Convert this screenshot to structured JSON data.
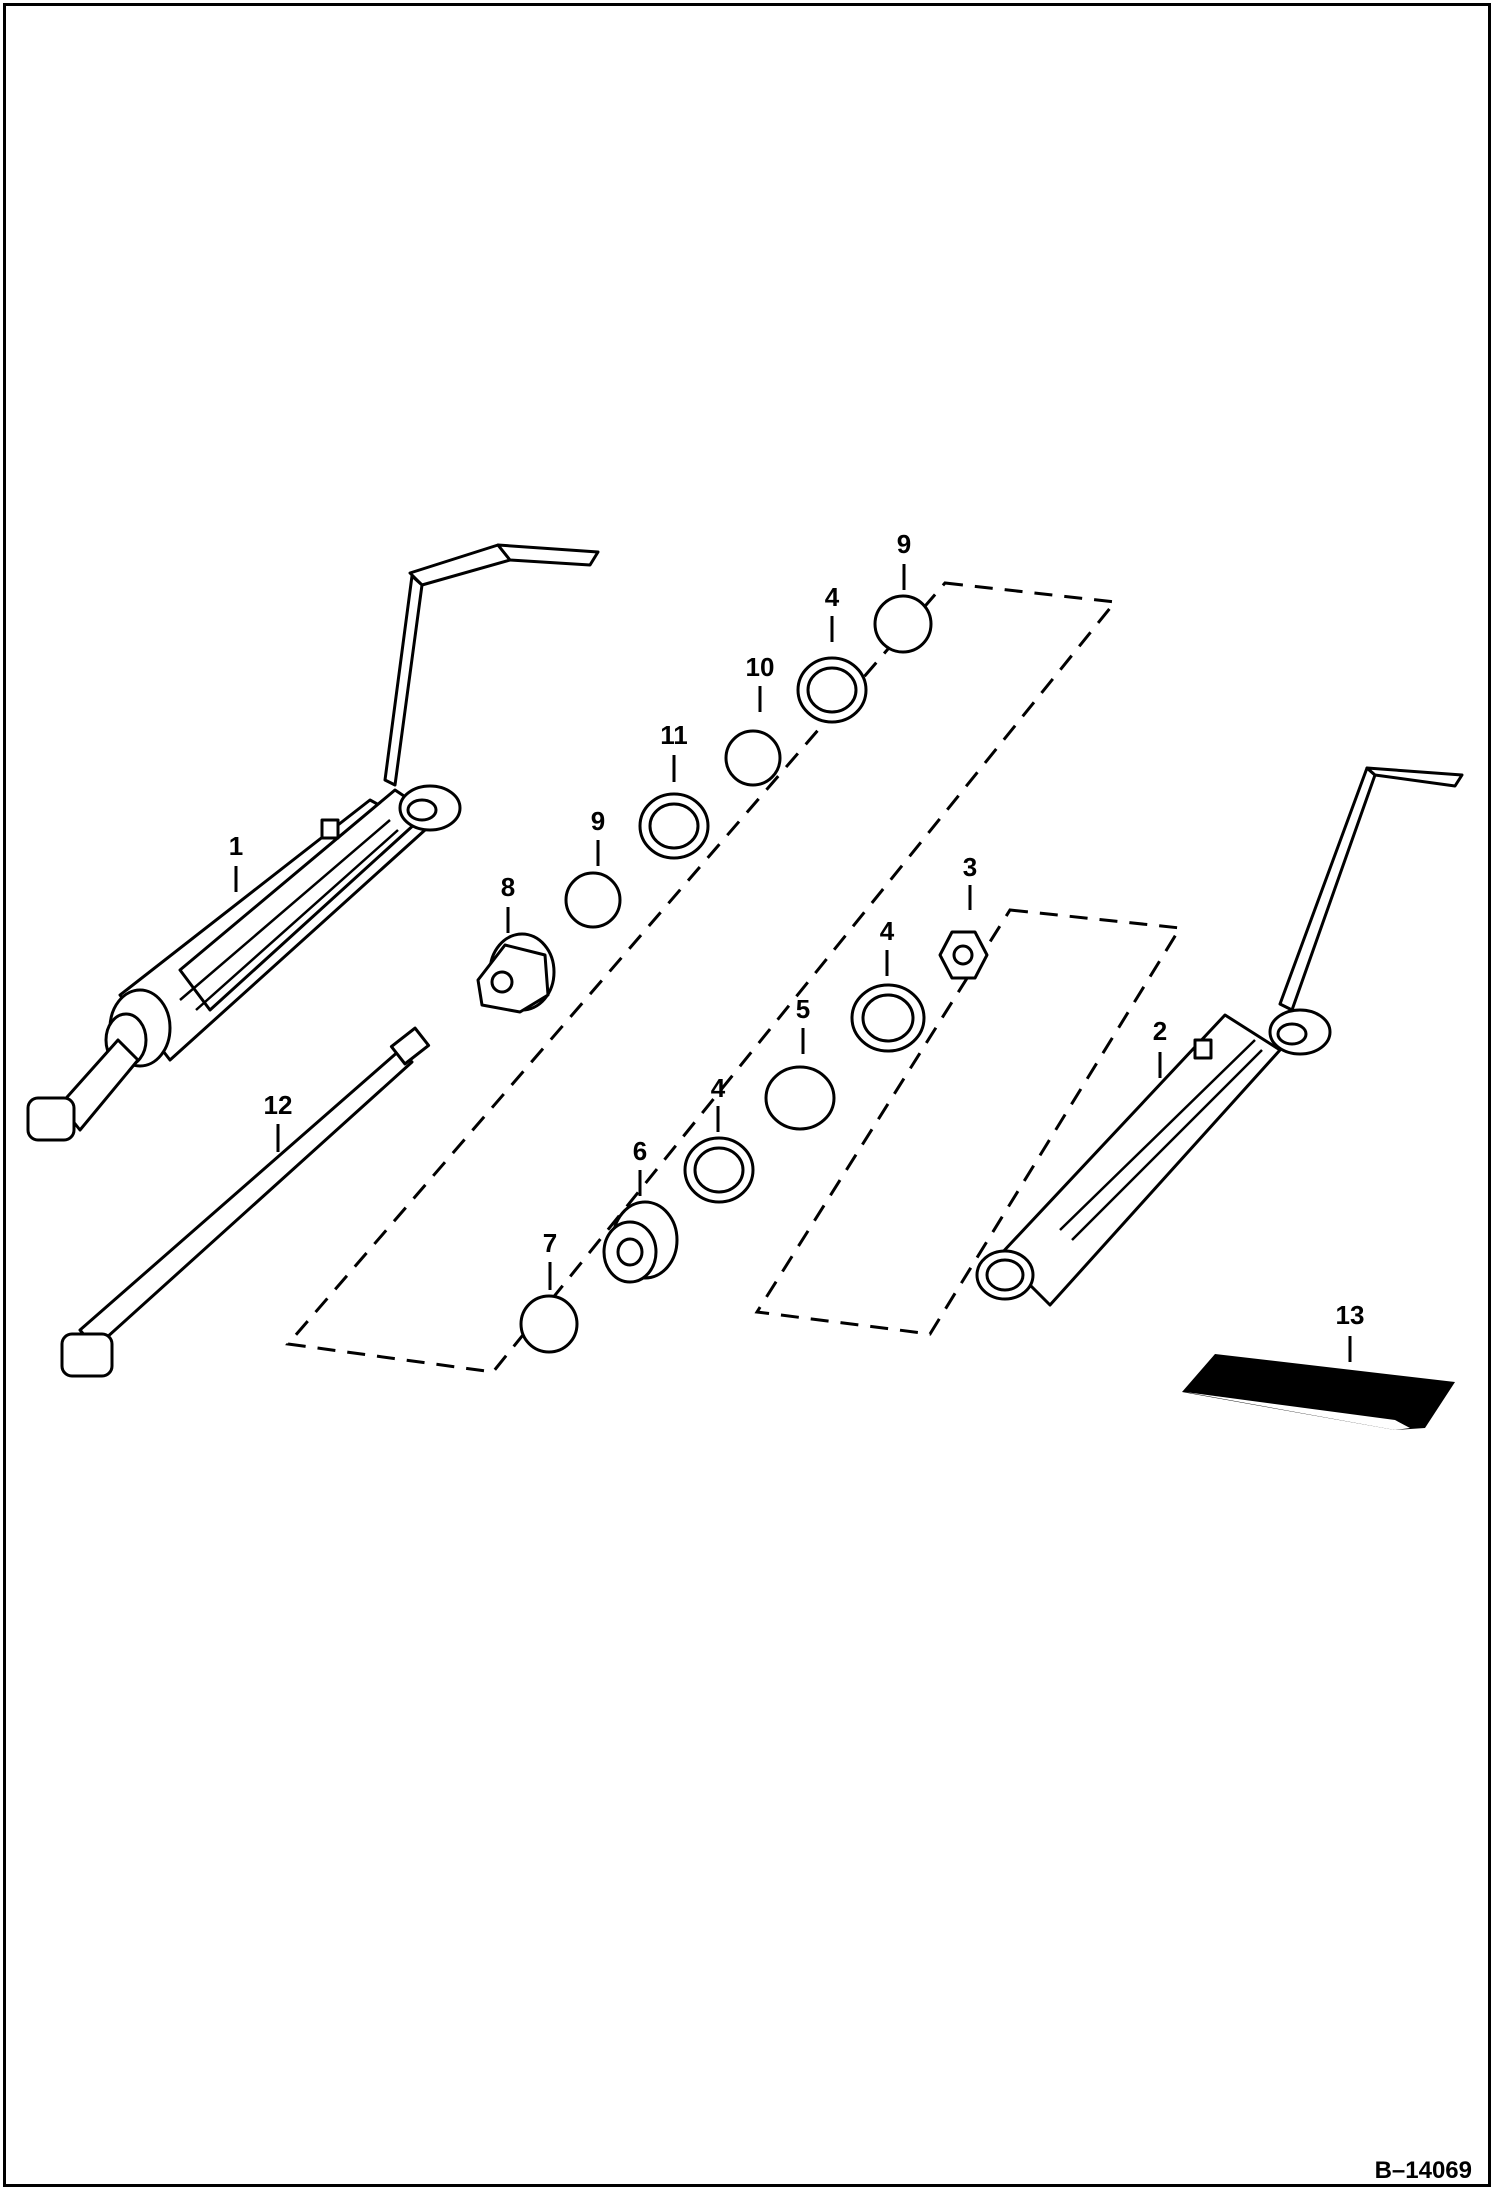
{
  "diagram": {
    "drawing_number": "B–14069",
    "callouts": [
      "1",
      "2",
      "3",
      "4",
      "4",
      "4",
      "5",
      "6",
      "7",
      "8",
      "9",
      "9",
      "10",
      "11",
      "12",
      "13"
    ]
  },
  "colors": {
    "ink": "#000000",
    "paper": "#ffffff"
  }
}
